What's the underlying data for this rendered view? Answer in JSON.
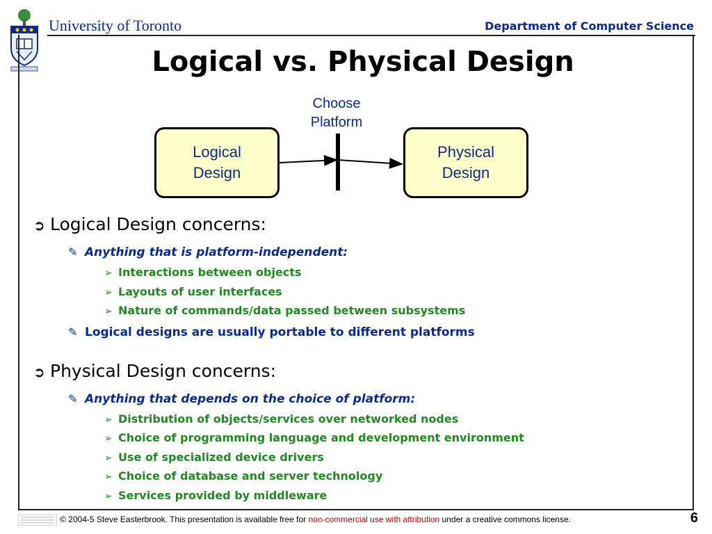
{
  "header": {
    "university": "University of Toronto",
    "department": "Department of Computer Science"
  },
  "slide": {
    "title": "Logical vs. Physical Design",
    "page_number": "6"
  },
  "diagram": {
    "left_box": [
      "Logical",
      "Design"
    ],
    "right_box": [
      "Physical",
      "Design"
    ],
    "divider_label": [
      "Choose",
      "Platform"
    ]
  },
  "sections": [
    {
      "heading": "Logical Design concerns:",
      "items": [
        {
          "text": "Anything that is platform-independent:",
          "subitems": [
            "Interactions between objects",
            "Layouts of user interfaces",
            "Nature of commands/data passed between subsystems"
          ]
        },
        {
          "text": "Logical designs are usually portable to different platforms",
          "subitems": []
        }
      ]
    },
    {
      "heading": "Physical Design concerns:",
      "items": [
        {
          "text": "Anything that depends on the choice of platform:",
          "subitems": [
            "Distribution of objects/services over networked nodes",
            "Choice of programming language and development environment",
            "Use of specialized device drivers",
            "Choice of database and server technology",
            "Services provided by middleware"
          ]
        }
      ]
    }
  ],
  "footer": {
    "prefix": "© 2004-5 Steve Easterbrook. This presentation is available free for ",
    "link": "non-commercial use with attribution",
    "suffix": " under a creative commons license."
  },
  "colors": {
    "blue": "#0b2a8c",
    "green": "#1f8a1f",
    "box_fill": "#ffffcc",
    "footer_link": "#c00000"
  },
  "icons": {
    "level1_bullet": "arrow-bullet-icon",
    "level2_bullet": "pencil-bullet-icon",
    "level3_bullet": "chevron-bullet-icon"
  }
}
